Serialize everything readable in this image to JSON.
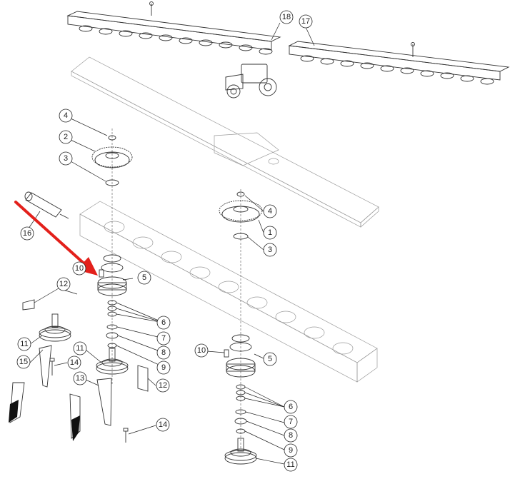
{
  "diagram": {
    "callouts": {
      "c18": "18",
      "c17": "17",
      "c4a": "4",
      "c2": "2",
      "c3a": "3",
      "c4b": "4",
      "c1": "1",
      "c3b": "3",
      "c16": "16",
      "c10a": "10",
      "c5a": "5",
      "c12a": "12",
      "c6a": "6",
      "c7a": "7",
      "c8a": "8",
      "c9a": "9",
      "c11a": "11",
      "c11b": "11",
      "c14a": "14",
      "c15": "15",
      "c13": "13",
      "c12b": "12",
      "c14b": "14",
      "c10b": "10",
      "c5b": "5",
      "c6b": "6",
      "c7b": "7",
      "c8b": "8",
      "c9b": "9",
      "c11c": "11"
    },
    "arrow_color": "#e3201b"
  }
}
